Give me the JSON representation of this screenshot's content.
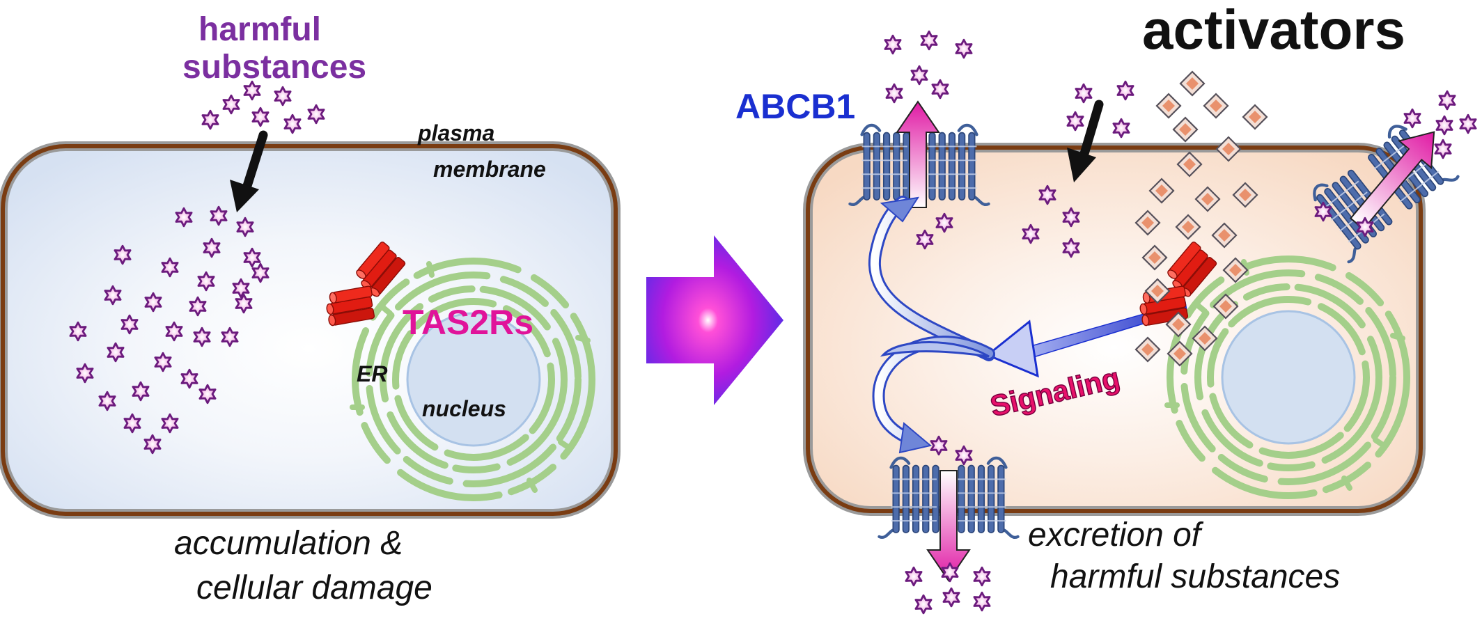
{
  "labels": {
    "harmful_line1": "harmful",
    "harmful_line2": "substances",
    "plasma_line1": "plasma",
    "plasma_line2": "membrane",
    "tas2rs": "TAS2Rs",
    "er": "ER",
    "nucleus": "nucleus",
    "accumulation_line1": "accumulation &",
    "accumulation_line2": "cellular damage",
    "activators": "activators",
    "abcb1": "ABCB1",
    "signaling": "Signaling",
    "excretion_line1": "excretion of",
    "excretion_line2": "harmful substances"
  },
  "colors": {
    "harmful_label": "#7b2fa0",
    "abcb1_label": "#1a2fd0",
    "tas2rs_label": "#e0139a",
    "signaling_label": "#e8106a",
    "membrane_brown": "#7a3c12",
    "membrane_gray": "#9a9a9a",
    "cytoplasm_left": "#d6e1f2",
    "cytoplasm_right": "#f8dcc6",
    "er_green": "#a4cf8a",
    "nucleus_blue": "#d3e0f1",
    "receptor_red": "#e11c12",
    "transporter_blue": "#3f5f99",
    "star_outline": "#6b1b7d",
    "diamond_outline": "#55505a",
    "diamond_fill": "#e9916d"
  },
  "icons": {
    "molecule": "star-icon",
    "activator": "diamond-icon",
    "receptor": "cylinder-cluster-icon",
    "transporter": "helix-bundle-icon"
  }
}
